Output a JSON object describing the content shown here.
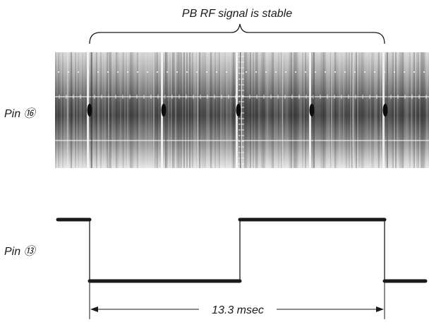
{
  "header_label": "PB RF signal is stable",
  "pin_top_label": "Pin ⑯",
  "pin_bottom_label": "Pin ⑬",
  "period_label": "13.3 msec",
  "colors": {
    "ink": "#1a1a1a",
    "scope_background": "#8c8c8c",
    "grid": "#f2f2f2"
  }
}
